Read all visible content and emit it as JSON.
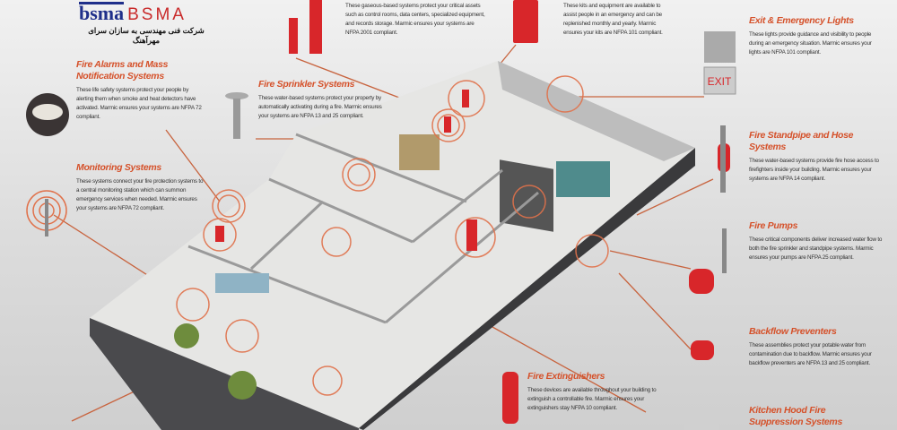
{
  "logo": {
    "mark": "bsma",
    "name": "BSMA",
    "subtitle": "شرکت فنی مهندسی به سازان سرای مهرآهنگ"
  },
  "sections": [
    {
      "id": "alarms",
      "title": "Fire Alarms and Mass Notification Systems",
      "text": "These life safety systems protect your people by alerting them when smoke and heat detectors have activated. Marmic ensures your systems are NFPA 72 compliant."
    },
    {
      "id": "monitoring",
      "title": "Monitoring Systems",
      "text": "These systems connect your fire protection systems to a central monitoring station which can summon emergency services when needed. Marmic ensures your systems are NFPA 72 compliant."
    },
    {
      "id": "sprinkler",
      "title": "Fire Sprinkler Systems",
      "text": "These water-based systems protect your property by automatically activating during a fire. Marmic ensures your systems are NFPA 13 and 25 compliant."
    },
    {
      "id": "gaseous",
      "title": "",
      "text": "These gaseous-based systems protect your critical assets such as control rooms, data centers, specialized equipment, and records storage. Marmic ensures your systems are NFPA 2001 compliant."
    },
    {
      "id": "kits",
      "title": "",
      "text": "These kits and equipment are available to assist people in an emergency and can be replenished monthly and yearly. Marmic ensures your kits are NFPA 101 compliant."
    },
    {
      "id": "exit",
      "title": "Exit & Emergency Lights",
      "text": "These lights provide guidance and visibility to people during an emergency situation. Marmic ensures your lights are NFPA 101 compliant."
    },
    {
      "id": "standpipe",
      "title": "Fire Standpipe and Hose Systems",
      "text": "These water-based systems provide fire hose access to firefighters inside your building. Marmic ensures your systems are NFPA 14 compliant."
    },
    {
      "id": "pumps",
      "title": "Fire Pumps",
      "text": "These critical components deliver increased water flow to both the fire sprinkler and standpipe systems. Marmic ensures your pumps are NFPA 25 compliant."
    },
    {
      "id": "backflow",
      "title": "Backflow Preventers",
      "text": "These assemblies protect your potable water from contamination due to backflow. Marmic ensures your backflow preventers are NFPA 13 and 25 compliant."
    },
    {
      "id": "kitchen",
      "title": "Kitchen Hood Fire Suppression Systems",
      "text": ""
    },
    {
      "id": "extinguishers",
      "title": "Fire Extinguishers",
      "text": "These devices are available throughout your building to extinguish a controllable fire. Marmic ensures your extinguishers stay NFPA 10 compliant."
    }
  ],
  "exit_sign": "EXIT",
  "colors": {
    "accent": "#d5512a",
    "red": "#d8262a",
    "wall": "#3a3a3c",
    "floor": "#e6e6e4"
  }
}
